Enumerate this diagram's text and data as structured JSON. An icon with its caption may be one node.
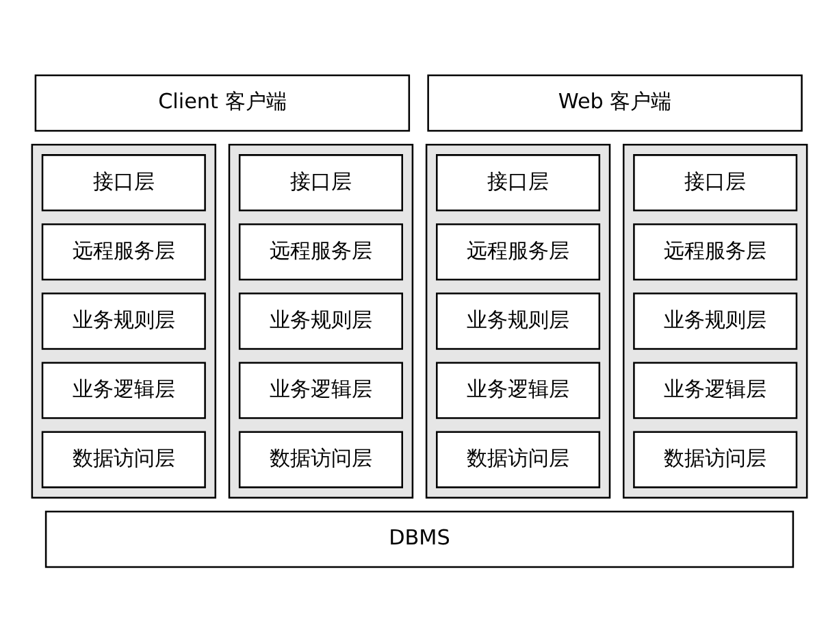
{
  "diagram": {
    "nodes": [
      {
        "text": [
          "Client 客户端"
        ]
      },
      {
        "text": [
          "Web 客户端"
        ]
      },
      {
        "text": [],
        "shape": "box"
      },
      {
        "text": [
          "接口层"
        ],
        "in": 2
      },
      {
        "text": [
          "远程服务层"
        ],
        "in": 2
      },
      {
        "text": [
          "业务规则层"
        ],
        "in": 2
      },
      {
        "text": [
          "业务逻辑层"
        ],
        "in": 2
      },
      {
        "text": [
          "数据访问层"
        ],
        "in": 2
      },
      {
        "text": [],
        "shape": "box"
      },
      {
        "text": [
          "接口层"
        ],
        "in": 8
      },
      {
        "text": [
          "远程服务层"
        ],
        "in": 8
      },
      {
        "text": [
          "业务规则层"
        ],
        "in": 8
      },
      {
        "text": [
          "业务逻辑层"
        ],
        "in": 8
      },
      {
        "text": [
          "数据访问层"
        ],
        "in": 8
      },
      {
        "text": [],
        "shape": "box"
      },
      {
        "text": [
          "接口层"
        ],
        "in": 14
      },
      {
        "text": [
          "远程服务层"
        ],
        "in": 14
      },
      {
        "text": [
          "业务规则层"
        ],
        "in": 14
      },
      {
        "text": [
          "业务逻辑层"
        ],
        "in": 14
      },
      {
        "text": [
          "数据访问层"
        ],
        "in": 14
      },
      {
        "text": [],
        "shape": "box"
      },
      {
        "text": [
          "接口层"
        ],
        "in": 20
      },
      {
        "text": [
          "远程服务层"
        ],
        "in": 20
      },
      {
        "text": [
          "业务规则层"
        ],
        "in": 20
      },
      {
        "text": [
          "业务逻辑层"
        ],
        "in": 20
      },
      {
        "text": [
          "数据访问层"
        ],
        "in": 20
      },
      {
        "text": [
          "DBMS"
        ]
      }
    ],
    "edges": []
  }
}
